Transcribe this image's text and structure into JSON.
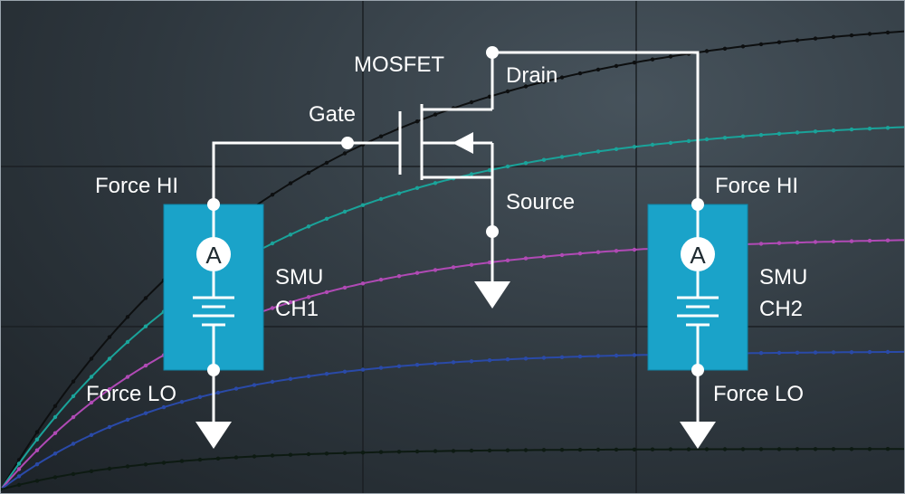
{
  "labels": {
    "mosfet": "MOSFET",
    "drain": "Drain",
    "gate": "Gate",
    "source": "Source",
    "force_hi_left": "Force HI",
    "force_hi_right": "Force HI",
    "force_lo_left": "Force LO",
    "force_lo_right": "Force LO",
    "smu1_line1": "SMU",
    "smu1_line2": "CH1",
    "smu2_line1": "SMU",
    "smu2_line2": "CH2",
    "ammeter1": "A",
    "ammeter2": "A"
  },
  "colors": {
    "smu_fill": "#1aa3c9",
    "wire": "#ffffff",
    "curve_black": "#0d0f10",
    "curve_teal": "#1aa39a",
    "curve_magenta": "#b04ab5",
    "curve_blue": "#2a4aa8",
    "curve_darkgreen": "#0d1a12"
  },
  "background_curves": [
    {
      "name": "black",
      "color_key": "curve_black",
      "level": 1.0,
      "rate": 3.2
    },
    {
      "name": "teal",
      "color_key": "curve_teal",
      "level": 0.78,
      "rate": 3.6
    },
    {
      "name": "magenta",
      "color_key": "curve_magenta",
      "level": 0.53,
      "rate": 4.2
    },
    {
      "name": "blue",
      "color_key": "curve_blue",
      "level": 0.29,
      "rate": 5.0
    },
    {
      "name": "darkgreen",
      "color_key": "curve_darkgreen",
      "level": 0.085,
      "rate": 6.0
    }
  ]
}
